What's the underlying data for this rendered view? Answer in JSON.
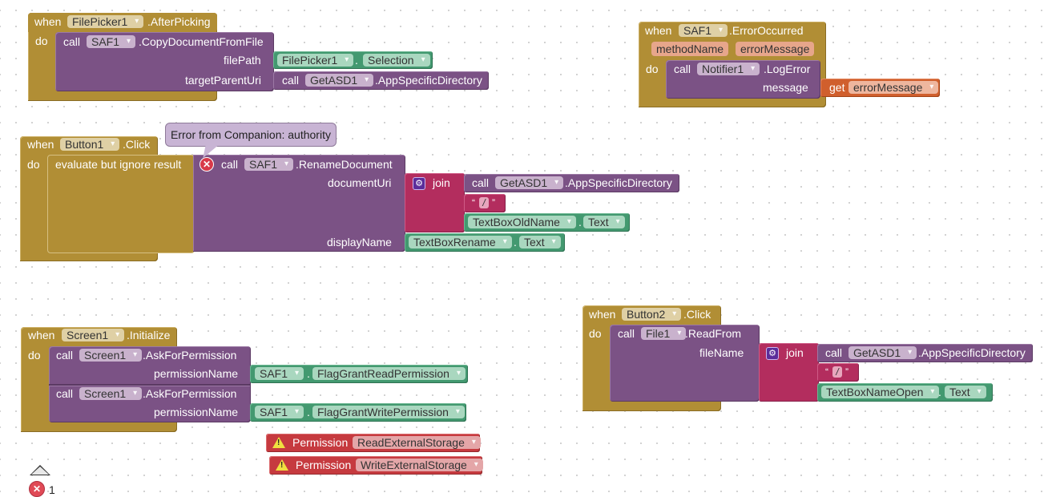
{
  "keywords": {
    "when": "when",
    "do": "do",
    "call": "call",
    "get": "get",
    "join": "join",
    "dot": ".",
    "evaluate": "evaluate but ignore result",
    "permission": "Permission",
    "open_quote": "“",
    "close_quote": "”",
    "slash": "/"
  },
  "block1": {
    "component": "FilePicker1",
    "event": ".AfterPicking",
    "call_component": "SAF1",
    "method": ".CopyDocumentFromFile",
    "arg1": "filePath",
    "arg1_component": "FilePicker1",
    "arg1_property": "Selection",
    "arg2": "targetParentUri",
    "arg2_component": "GetASD1",
    "arg2_method": ".AppSpecificDirectory"
  },
  "block2": {
    "component": "SAF1",
    "event": ".ErrorOccurred",
    "params": [
      "methodName",
      "errorMessage"
    ],
    "call_component": "Notifier1",
    "method": ".LogError",
    "arg1": "message",
    "arg1_var": "errorMessage"
  },
  "block3": {
    "component": "Button1",
    "event": ".Click",
    "tooltip": "Error from Companion: authority",
    "call_component": "SAF1",
    "method": ".RenameDocument",
    "arg1": "documentUri",
    "join_call_component": "GetASD1",
    "join_call_method": ".AppSpecificDirectory",
    "join_text_component": "TextBoxOldName",
    "join_text_property": "Text",
    "arg2": "displayName",
    "arg2_component": "TextBoxRename",
    "arg2_property": "Text"
  },
  "block4": {
    "component": "Screen1",
    "event": ".Initialize",
    "calls": [
      {
        "component": "Screen1",
        "method": ".AskForPermission",
        "arg": "permissionName",
        "value_component": "SAF1",
        "value_property": "FlagGrantReadPermission"
      },
      {
        "component": "Screen1",
        "method": ".AskForPermission",
        "arg": "permissionName",
        "value_component": "SAF1",
        "value_property": "FlagGrantWritePermission"
      }
    ]
  },
  "orphans": [
    {
      "value": "ReadExternalStorage"
    },
    {
      "value": "WriteExternalStorage"
    }
  ],
  "block5": {
    "component": "Button2",
    "event": ".Click",
    "call_component": "File1",
    "method": ".ReadFrom",
    "arg1": "fileName",
    "join_call_component": "GetASD1",
    "join_call_method": ".AppSpecificDirectory",
    "join_text_component": "TextBoxNameOpen",
    "join_text_property": "Text"
  },
  "status": {
    "error_count": "1"
  },
  "colors": {
    "control": "#b18e35",
    "procedure": "#7b5285",
    "component": "#439970",
    "text": "#b32d5e",
    "variable": "#d05f2d",
    "warning": "#c63a3f"
  }
}
